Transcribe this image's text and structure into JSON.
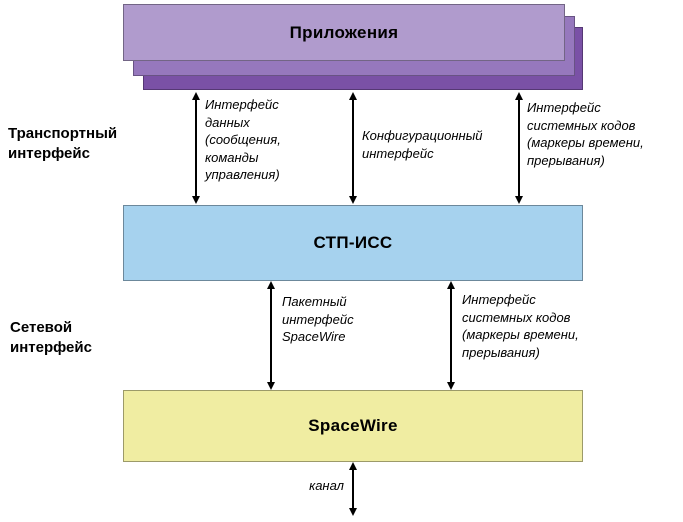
{
  "boxes": {
    "applications": {
      "label": "Приложения",
      "fill": "#b09bcd",
      "stack_fills": [
        "#9678bd",
        "#7a51a6"
      ]
    },
    "stp_iss": {
      "label": "СТП-ИСС",
      "fill": "#a6d2ee"
    },
    "spacewire": {
      "label": "SpaceWire",
      "fill": "#f0eda2"
    }
  },
  "side_labels": {
    "transport": "Транспортный\nинтерфейс",
    "network": "Сетевой\nинтерфейс"
  },
  "transport_interfaces": {
    "data": "Интерфейс\nданных\n(сообщения,\nкоманды\nуправления)",
    "config": "Конфигурационный\nинтерфейс",
    "system_codes": "Интерфейс\nсистемных кодов\n(маркеры времени,\nпрерывания)"
  },
  "network_interfaces": {
    "packet": "Пакетный\nинтерфейс\nSpaceWire",
    "system_codes": "Интерфейс\nсистемных кодов\n(маркеры времени,\nпрерывания)"
  },
  "channel_label": "канал"
}
